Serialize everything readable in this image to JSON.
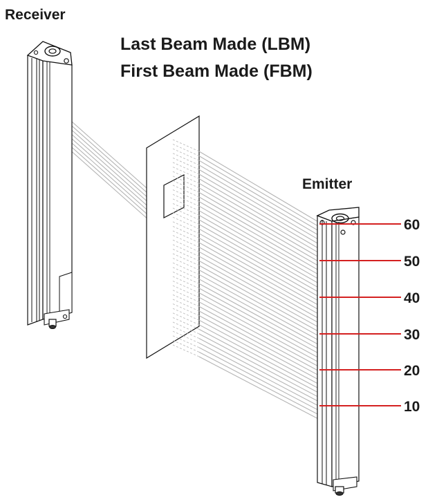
{
  "titles": {
    "line1": "Last Beam Made (LBM)",
    "line2": "First Beam Made (FBM)"
  },
  "receiver": {
    "label": "Receiver"
  },
  "emitter": {
    "label": "Emitter"
  },
  "beam_markers": [
    "60",
    "50",
    "40",
    "30",
    "20",
    "10"
  ],
  "colors": {
    "marker_line": "#d42020",
    "beam": "#b4b4b4",
    "outline": "#111111"
  }
}
